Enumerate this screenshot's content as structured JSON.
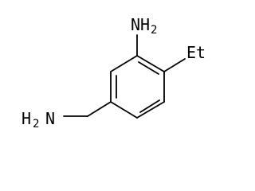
{
  "molecule": {
    "labels": {
      "amine_top": {
        "main": "NH",
        "sub": "2"
      },
      "ethyl": {
        "main": "Et"
      },
      "amine_left": {
        "main": "H",
        "sub": "2",
        "tail": "N"
      }
    }
  }
}
